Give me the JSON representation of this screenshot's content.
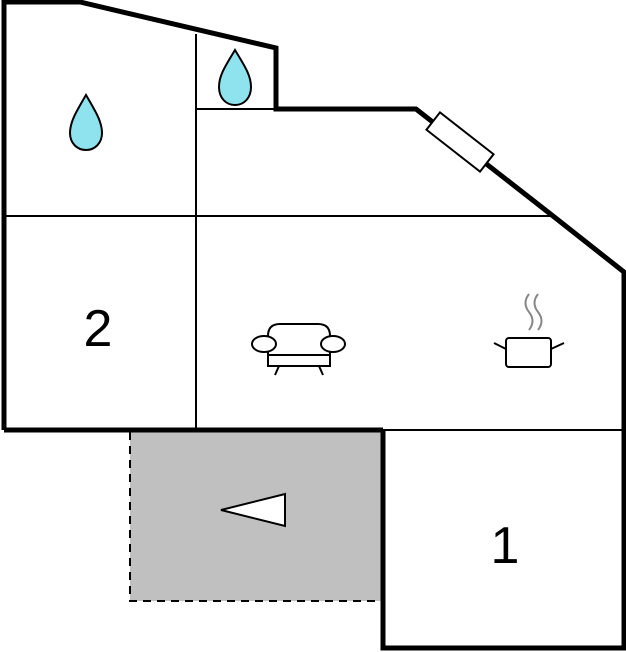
{
  "rooms": [
    {
      "id": "bedroom-2",
      "label": "2"
    },
    {
      "id": "bedroom-1",
      "label": "1"
    }
  ],
  "icons": {
    "water": "water-drop-icon",
    "sofa": "sofa-icon",
    "kitchen": "cooking-pot-icon",
    "terrace": "direction-arrow-icon",
    "window": "window-icon"
  },
  "colors": {
    "wall": "#000000",
    "water_fill": "#8fe3ee",
    "terrace_fill": "#c0c0c0",
    "background": "#ffffff"
  }
}
